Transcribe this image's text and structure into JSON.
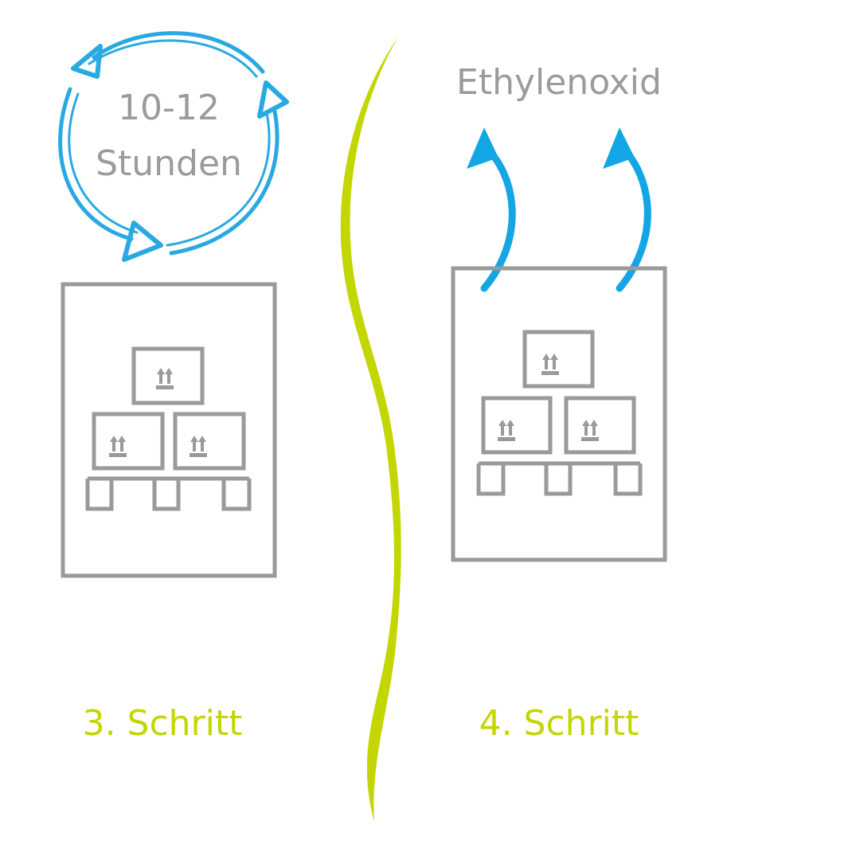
{
  "step3": {
    "cycle_time": "10-12",
    "cycle_unit": "Stunden",
    "label": "3. Schritt"
  },
  "step4": {
    "gas": "Ethylenoxid",
    "label": "4. Schritt"
  },
  "colors": {
    "grey": "#9b9b9b",
    "green": "#c3d600",
    "blue": "#14a6e4"
  },
  "icons": {
    "cycle": "circular-arrows-icon",
    "vent": "upward-arrow-icon",
    "package": "this-side-up-icon"
  }
}
